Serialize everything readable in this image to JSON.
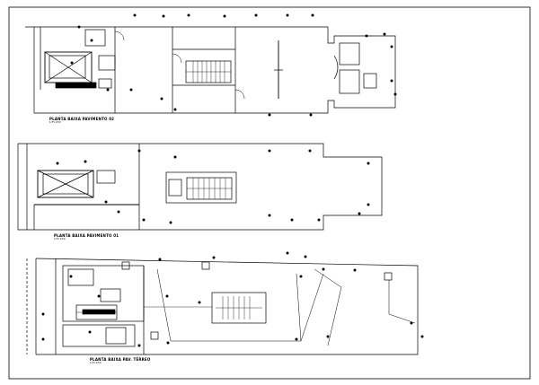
{
  "sheet": {
    "border_color": "#000000",
    "line_color": "#000000",
    "accent_color": "#000000"
  },
  "plans": [
    {
      "title": "PLANTA BAIXA PAVIMENTO 02",
      "scale": "1/75   1/50"
    },
    {
      "title": "PLANTA BAIXA PAVIMENTO 01",
      "scale": "1/75   1/50"
    },
    {
      "title": "PLANTA BAIXA PAV. TÉRREO",
      "scale": "1/75   1/50"
    }
  ],
  "icons": [
    "electrical-point-icon",
    "stair-icon",
    "shaft-icon"
  ]
}
